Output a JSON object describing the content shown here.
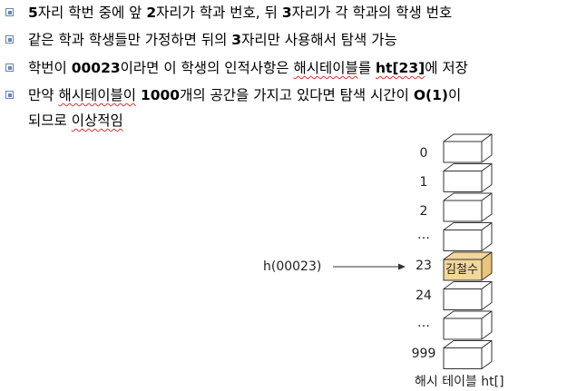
{
  "bullets": [
    {
      "parts": [
        {
          "t": "5",
          "b": true
        },
        {
          "t": "자리 학번 중에 앞 "
        },
        {
          "t": "2",
          "b": true
        },
        {
          "t": "자리가 학과 번호, 뒤 "
        },
        {
          "t": "3",
          "b": true
        },
        {
          "t": "자리가 각 학과의 학생 번호"
        }
      ]
    },
    {
      "parts": [
        {
          "t": "같은 학과 학생들만 가정하면 뒤의 "
        },
        {
          "t": "3",
          "b": true
        },
        {
          "t": "자리만 사용해서 탐색 가능"
        }
      ]
    },
    {
      "parts": [
        {
          "t": "학번이 "
        },
        {
          "t": "00023",
          "b": true
        },
        {
          "t": "이라면 이 학생의 인적사항은 "
        },
        {
          "t": "해시테이블",
          "u": true
        },
        {
          "t": "를 "
        },
        {
          "t": "ht[23]",
          "b": true,
          "u": true
        },
        {
          "t": "에 저장"
        }
      ]
    },
    {
      "parts": [
        {
          "t": "만약 "
        },
        {
          "t": "해시테이블이",
          "u": true
        },
        {
          "t": " "
        },
        {
          "t": "1000",
          "b": true
        },
        {
          "t": "개의 공간을 가지고 있다면 탐색 시간이 "
        },
        {
          "t": "O(1)",
          "b": true
        },
        {
          "t": "이"
        }
      ],
      "continuation": [
        {
          "t": "되므로 "
        },
        {
          "t": "이상적임",
          "u": true
        }
      ]
    }
  ],
  "diagram": {
    "indices": [
      "0",
      "1",
      "2",
      "…",
      "23",
      "24",
      "…",
      "999"
    ],
    "highlight_index": 4,
    "highlight_value": "김철수",
    "hash_call": "h(00023)",
    "caption": "해시 테이블 ht[]",
    "colors": {
      "cell_fill": "#ffffff",
      "cell_stroke": "#333333",
      "highlight_fill": "#f3d79a",
      "highlight_side": "#e8c57a",
      "bullet": "#6a83b5"
    }
  }
}
